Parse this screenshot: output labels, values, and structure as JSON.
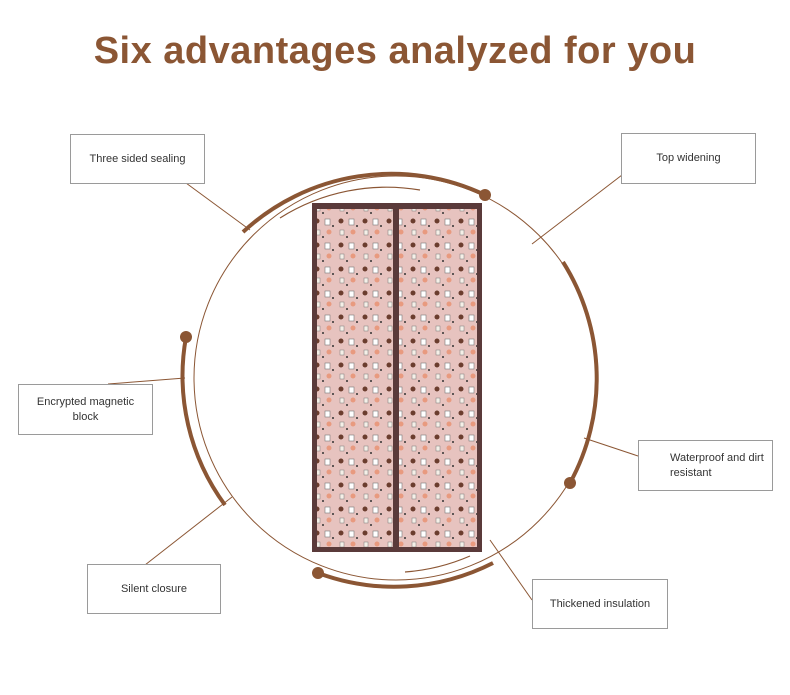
{
  "title": "Six advantages analyzed for you",
  "labels": {
    "three_sided_sealing": "Three sided sealing",
    "top_widening": "Top widening",
    "encrypted_magnetic_block": "Encrypted magnetic block",
    "waterproof": "Waterproof and dirt resistant",
    "silent_closure": "Silent closure",
    "thickened_insulation": "Thickened insulation"
  },
  "colors": {
    "accent": "#8b5634",
    "door_frame": "#5a3a3a",
    "door_fabric": "#e7c3bf"
  }
}
